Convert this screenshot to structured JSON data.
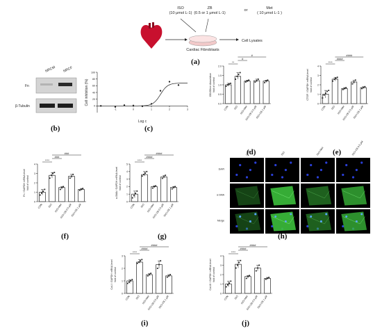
{
  "scheme": {
    "iso": "ISO",
    "iso_conc": "(10 μmol L-1)",
    "zb": "ZB",
    "zb_conc": "(0.5 or 1 μmol L-1)",
    "or": "or",
    "met": "Met",
    "met_conc": "( 10 μmol L-1 )",
    "cells": "Cardiac Fibroblasts",
    "lysate": "Cell Lysates"
  },
  "panel_labels": [
    "(a)",
    "(b)",
    "(c)",
    "(d)",
    "(e)",
    "(f)",
    "(g)",
    "(h)",
    "(i)",
    "(j)"
  ],
  "blot": {
    "lanes": [
      "NRCM",
      "NRCF"
    ],
    "rows": [
      "Fn",
      "β-Tubulin"
    ]
  },
  "if_images": {
    "columns": [
      "CON",
      "ISO",
      "ISO+Met",
      "ISO+ZB 0.5 μM"
    ],
    "rows": [
      "DAPI",
      "α-SMA",
      "Merge"
    ]
  },
  "colors": {
    "dapi": "#2a3fd8",
    "sma": "#3cbf3c",
    "bg": "#000000"
  },
  "chart_data": [
    {
      "panel": "c",
      "type": "scatter",
      "xlabel": "Log c",
      "ylabel": "Cell inhibition  (%)",
      "xlim": [
        -2,
        3
      ],
      "ylim": [
        -20,
        100
      ],
      "xticks": [
        -1,
        0,
        1,
        2,
        3
      ],
      "yticks": [
        0,
        20,
        40,
        60,
        80,
        100
      ],
      "x": [
        -1.8,
        -1.0,
        -0.5,
        0.0,
        0.5,
        1.0,
        1.5,
        2.0,
        2.5
      ],
      "y": [
        0,
        -3,
        2,
        1,
        -1,
        6,
        45,
        72,
        62
      ],
      "tick_labels": {
        "x": [
          "-1",
          "0",
          "1",
          "2",
          "3"
        ],
        "y": [
          "0",
          "20",
          "40",
          "60",
          "80",
          "100"
        ]
      }
    },
    {
      "panel": "d",
      "type": "bar",
      "ylabel": "OD450nm Absorbtion\nfold of control",
      "ylim": [
        0,
        2.0
      ],
      "yticks": [
        0,
        0.5,
        1.0,
        1.5,
        2.0
      ],
      "tick_labels": [
        "0.0",
        "0.5",
        "1.0",
        "1.5",
        "2.0"
      ],
      "categories": [
        "CON",
        "ISO",
        "ISO+Met",
        "ISO+ZB 0.5 μM",
        "ISO+ZB 1 μM"
      ],
      "values": [
        1.0,
        1.45,
        1.2,
        1.22,
        1.2
      ],
      "points": [
        [
          0.92,
          1.0,
          1.05,
          1.08
        ],
        [
          1.3,
          1.45,
          1.55,
          1.65
        ],
        [
          1.15,
          1.2,
          1.25
        ],
        [
          1.15,
          1.22,
          1.3
        ],
        [
          1.12,
          1.2,
          1.25
        ]
      ],
      "sig": [
        "**",
        "#",
        "#"
      ]
    },
    {
      "panel": "e",
      "type": "bar",
      "ylabel": "CTGF / GAPDH mRNA level\nfold of control",
      "ylim": [
        0,
        4
      ],
      "yticks": [
        0,
        1,
        2,
        3,
        4
      ],
      "tick_labels": [
        "0",
        "1",
        "2",
        "3",
        "4"
      ],
      "categories": [
        "CON",
        "ISO",
        "ISO+Met",
        "ISO+ZB 0.5 μM",
        "ISO+ZB 1 μM"
      ],
      "values": [
        1.0,
        2.6,
        1.6,
        2.3,
        1.7
      ],
      "points": [
        [
          0.6,
          0.9,
          1.1,
          1.3,
          1.4
        ],
        [
          2.4,
          2.6,
          2.7,
          2.8
        ],
        [
          1.5,
          1.6,
          1.7
        ],
        [
          2.1,
          2.3,
          2.5
        ],
        [
          1.6,
          1.7,
          1.8
        ]
      ],
      "sig": [
        "****",
        "####",
        "####"
      ]
    },
    {
      "panel": "f",
      "type": "bar",
      "ylabel": "Fn / GAPDH mRNA level\nfold of control",
      "ylim": [
        0,
        4
      ],
      "yticks": [
        0,
        1,
        2,
        3,
        4
      ],
      "tick_labels": [
        "0",
        "1",
        "2",
        "3",
        "4"
      ],
      "categories": [
        "CON",
        "ISO",
        "ISO+Met",
        "ISO+ZB 0.5 μM",
        "ISO+ZB 1 μM"
      ],
      "values": [
        1.0,
        2.8,
        1.5,
        2.7,
        1.3
      ],
      "points": [
        [
          0.7,
          0.9,
          1.1,
          1.3
        ],
        [
          2.5,
          2.8,
          3.0,
          3.1
        ],
        [
          1.3,
          1.5,
          1.6
        ],
        [
          2.5,
          2.7,
          2.9
        ],
        [
          1.2,
          1.3,
          1.4
        ]
      ],
      "sig": [
        "****",
        "###",
        "###"
      ]
    },
    {
      "panel": "g",
      "type": "bar",
      "ylabel": "α-SMA / GAPDH mRNA level\nfold of control",
      "ylim": [
        0,
        5
      ],
      "yticks": [
        0,
        1,
        2,
        3,
        4,
        5
      ],
      "tick_labels": [
        "0",
        "1",
        "2",
        "3",
        "4",
        "5"
      ],
      "categories": [
        "CON",
        "ISO",
        "ISO+Met",
        "ISO+ZB 0.5 μM",
        "ISO+ZB 1 μM"
      ],
      "values": [
        1.0,
        3.6,
        2.0,
        3.3,
        1.9
      ],
      "points": [
        [
          0.5,
          0.8,
          1.1,
          1.4
        ],
        [
          3.4,
          3.6,
          3.8,
          4.0
        ],
        [
          1.8,
          2.0,
          2.1
        ],
        [
          3.1,
          3.3,
          3.5
        ],
        [
          1.7,
          1.9,
          2.0
        ]
      ],
      "sig": [
        "****",
        "####",
        "####"
      ]
    },
    {
      "panel": "i",
      "type": "bar",
      "ylabel": "Col-I / GAPDH mRNA level\nfold of control",
      "ylim": [
        0,
        3
      ],
      "yticks": [
        0,
        1,
        2,
        3
      ],
      "tick_labels": [
        "0",
        "1",
        "2",
        "3"
      ],
      "categories": [
        "CON",
        "ISO",
        "ISO+Met",
        "ISO+ZB 0.5 μM",
        "ISO+ZB 1 μM"
      ],
      "values": [
        1.0,
        2.5,
        1.5,
        2.3,
        1.4
      ],
      "points": [
        [
          0.8,
          0.9,
          1.0,
          1.1
        ],
        [
          2.4,
          2.5,
          2.6,
          2.7
        ],
        [
          1.4,
          1.5,
          1.6
        ],
        [
          2.0,
          2.3,
          2.6
        ],
        [
          1.3,
          1.4,
          1.5
        ]
      ],
      "sig": [
        "****",
        "####",
        "####"
      ]
    },
    {
      "panel": "j",
      "type": "bar",
      "ylabel": "Col-III / GAPDH mRNA level\nfold of control",
      "ylim": [
        0,
        4
      ],
      "yticks": [
        0,
        1,
        2,
        3,
        4
      ],
      "tick_labels": [
        "0",
        "1",
        "2",
        "3",
        "4"
      ],
      "categories": [
        "CON",
        "ISO",
        "ISO+Met",
        "ISO+ZB 0.5 μM",
        "ISO+ZB 1 μM"
      ],
      "values": [
        1.0,
        3.1,
        1.8,
        2.7,
        1.6
      ],
      "points": [
        [
          0.7,
          0.9,
          1.1,
          1.3
        ],
        [
          2.7,
          3.0,
          3.3,
          3.5
        ],
        [
          1.6,
          1.8,
          1.9
        ],
        [
          2.4,
          2.7,
          3.0
        ],
        [
          1.5,
          1.6,
          1.7
        ]
      ],
      "sig": [
        "****",
        "####",
        "####"
      ]
    }
  ]
}
